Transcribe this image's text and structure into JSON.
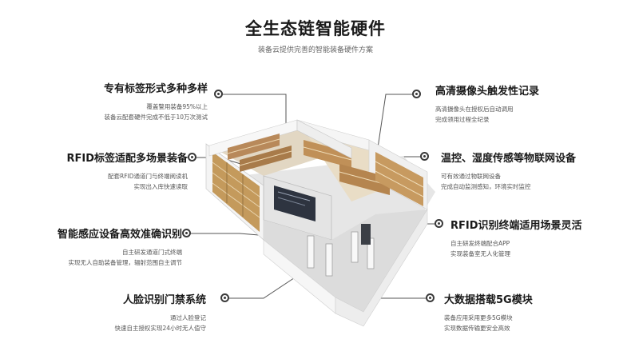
{
  "header": {
    "title": "全生态链智能硬件",
    "subtitle": "装备云提供完善的智能装备硬件方案"
  },
  "features_left": [
    {
      "title": "专有标签形式多种多样",
      "lines": [
        "覆盖警用装备95%以上",
        "装备云配套硬件完成不低于10万次测试"
      ]
    },
    {
      "title": "RFID标签适配多场景装备",
      "lines": [
        "配套RFID通道门与终端阅读机",
        "实现出入库快速读取"
      ]
    },
    {
      "title": "智能感应设备高效准确识别",
      "lines": [
        "自主研发通道门式终端",
        "实现无人自助装备管理，辐射范围自主调节"
      ]
    },
    {
      "title": "人脸识别门禁系统",
      "lines": [
        "通过人脸登记",
        "快速自主授权实现24小时无人值守"
      ]
    }
  ],
  "features_right": [
    {
      "title": "高清摄像头触发性记录",
      "lines": [
        "高清摄像头在授权后自动调用",
        "完成领用过程全纪录"
      ]
    },
    {
      "title": "温控、湿度传感等物联网设备",
      "lines": [
        "可有效通过物联网设备",
        "完成自动监测感知，环境实时监控"
      ]
    },
    {
      "title": "RFID识别终端适用场景灵活",
      "lines": [
        "自主研发终端配合APP",
        "实现装备室无人化管理"
      ]
    },
    {
      "title": "大数据搭载5G模块",
      "lines": [
        "装备应用采用更多5G模块",
        "实现数据传输更安全高效"
      ]
    }
  ],
  "colors": {
    "line": "#555555",
    "wall": "#f2f2f2",
    "shelf": "#b08a52",
    "floor": "#d9d9d9"
  }
}
